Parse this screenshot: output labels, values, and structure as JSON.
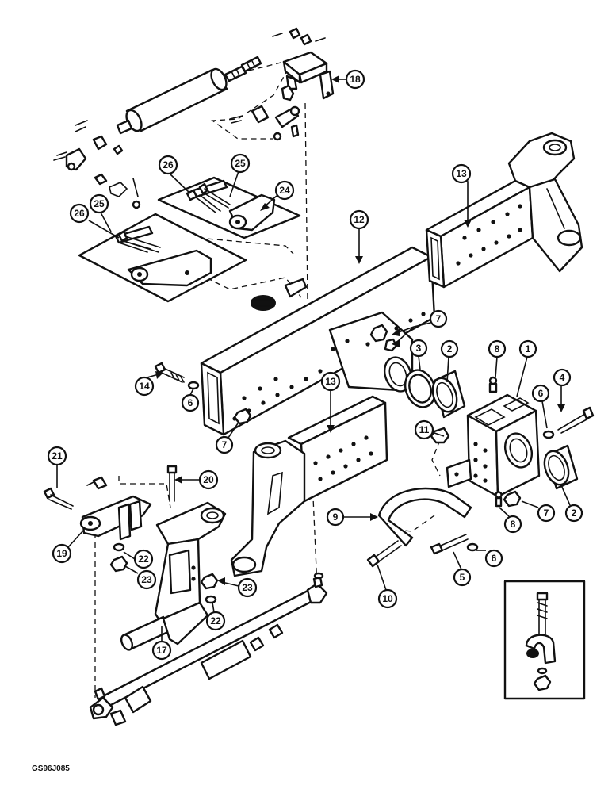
{
  "diagram": {
    "code": "GS96J085",
    "callouts": [
      {
        "id": "c1",
        "label": "1"
      },
      {
        "id": "c2a",
        "label": "2"
      },
      {
        "id": "c2b",
        "label": "2"
      },
      {
        "id": "c3",
        "label": "3"
      },
      {
        "id": "c4",
        "label": "4"
      },
      {
        "id": "c5",
        "label": "5"
      },
      {
        "id": "c6a",
        "label": "6"
      },
      {
        "id": "c6b",
        "label": "6"
      },
      {
        "id": "c6c",
        "label": "6"
      },
      {
        "id": "c7a",
        "label": "7"
      },
      {
        "id": "c7b",
        "label": "7"
      },
      {
        "id": "c7c",
        "label": "7"
      },
      {
        "id": "c8a",
        "label": "8"
      },
      {
        "id": "c8b",
        "label": "8"
      },
      {
        "id": "c9",
        "label": "9"
      },
      {
        "id": "c10",
        "label": "10"
      },
      {
        "id": "c11",
        "label": "11"
      },
      {
        "id": "c12",
        "label": "12"
      },
      {
        "id": "c13a",
        "label": "13"
      },
      {
        "id": "c13b",
        "label": "13"
      },
      {
        "id": "c14",
        "label": "14"
      },
      {
        "id": "c17",
        "label": "17"
      },
      {
        "id": "c18",
        "label": "18"
      },
      {
        "id": "c19",
        "label": "19"
      },
      {
        "id": "c20",
        "label": "20"
      },
      {
        "id": "c21",
        "label": "21"
      },
      {
        "id": "c22a",
        "label": "22"
      },
      {
        "id": "c22b",
        "label": "22"
      },
      {
        "id": "c23a",
        "label": "23"
      },
      {
        "id": "c23b",
        "label": "23"
      },
      {
        "id": "c24",
        "label": "24"
      },
      {
        "id": "c25a",
        "label": "25"
      },
      {
        "id": "c25b",
        "label": "25"
      },
      {
        "id": "c26a",
        "label": "26"
      },
      {
        "id": "c26b",
        "label": "26"
      }
    ]
  }
}
